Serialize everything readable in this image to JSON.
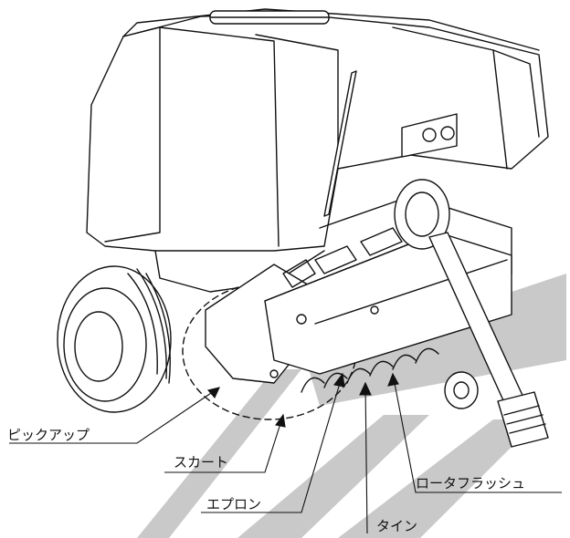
{
  "labels": {
    "pickup": "ピックアップ",
    "skirt": "スカート",
    "apron": "エプロン",
    "rotor_flashing": "ロータフラッシュ",
    "tine": "タイン"
  },
  "colors": {
    "highlight_band": "#c9c9c9",
    "line": "#111111",
    "background": "#ffffff"
  }
}
